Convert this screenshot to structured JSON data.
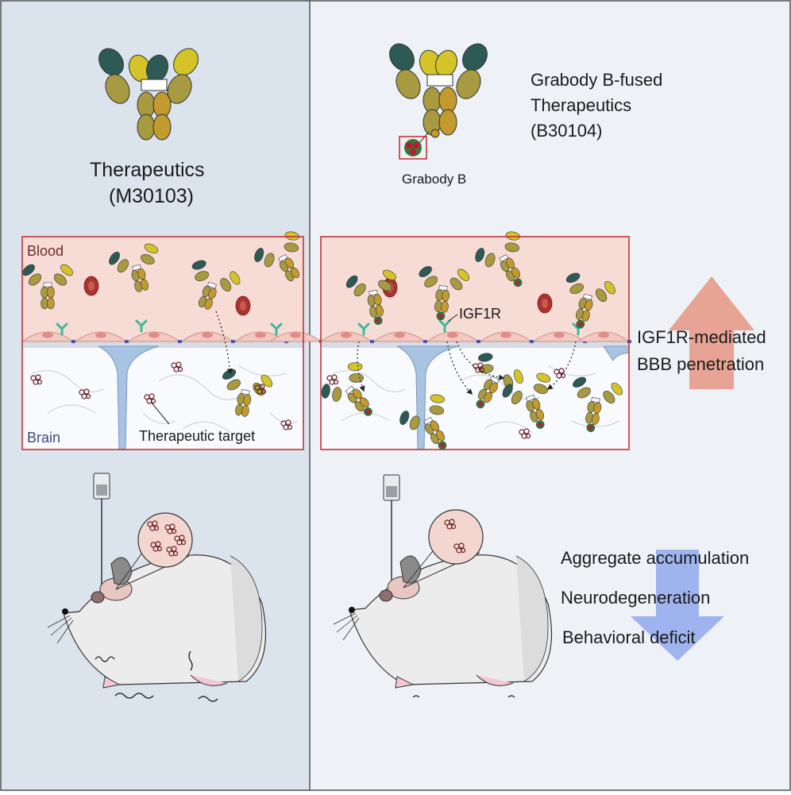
{
  "left_panel": {
    "title": "Therapeutics",
    "code": "(M30103)",
    "blood_label": "Blood",
    "brain_label": "Brain",
    "target_label": "Therapeutic target"
  },
  "right_panel": {
    "title_line1": "Grabody B-fused",
    "title_line2": "Therapeutics",
    "code": "(B30104)",
    "module_label": "Grabody B",
    "receptor_label": "IGF1R"
  },
  "up_effect": {
    "line1": "IGF1R-mediated",
    "line2": "BBB penetration"
  },
  "down_effects": [
    "Aggregate accumulation",
    "Neurodegeneration",
    "Behavioral deficit"
  ],
  "colors": {
    "left_bg": "#dbe3ec",
    "right_bg": "#eef2f7",
    "blood": "#f7dcd6",
    "brain": "#f8fafd",
    "frame": "#c0282d",
    "up_arrow": "#e7a394",
    "down_arrow": "#9fb3ee",
    "fab_dark": "#2d5a55",
    "fab_yellow": "#d4c42a",
    "fab_olive": "#a89a40",
    "fc": "#c29a2d"
  }
}
